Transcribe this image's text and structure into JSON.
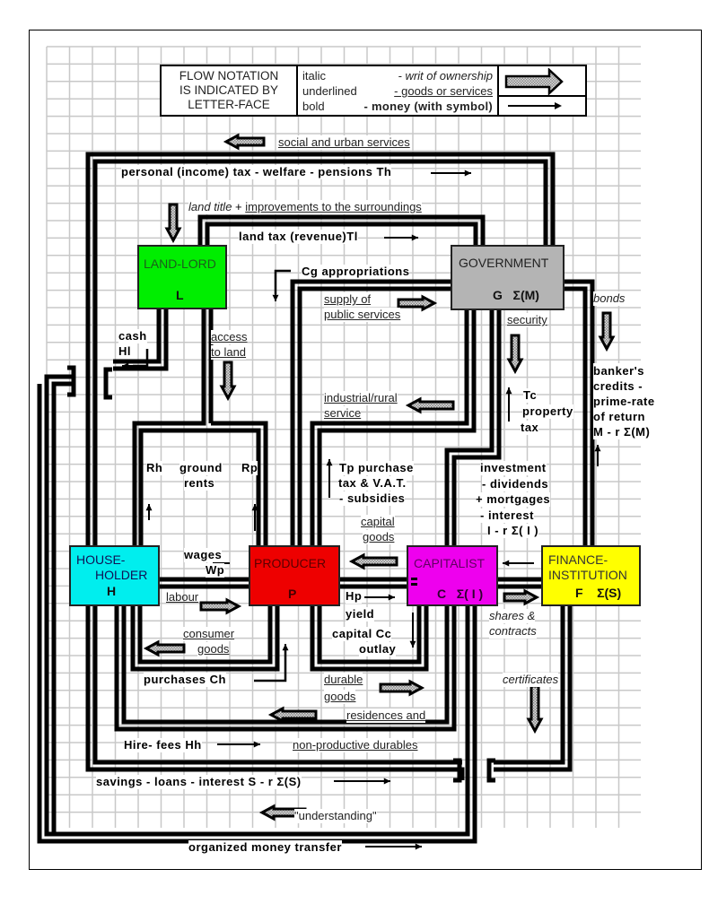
{
  "legend": {
    "title_lines": [
      "FLOW NOTATION",
      "IS INDICATED BY",
      "LETTER-FACE"
    ],
    "rows": [
      {
        "face": "italic",
        "meaning": "- writ of ownership"
      },
      {
        "face": "underlined",
        "meaning": "- goods or services"
      },
      {
        "face": "bold",
        "meaning": "- money (with symbol)"
      }
    ],
    "symbols": [
      "hatched-arrow-icon: goods/ownership",
      "thin-arrow-icon: money"
    ]
  },
  "entities": {
    "landlord": {
      "name": "LAND-LORD",
      "symbol": "L",
      "color": "#00ee00"
    },
    "government": {
      "name": "GOVERNMENT",
      "symbol": "G   Σ(M)",
      "color": "#b4b4b4"
    },
    "householder": {
      "name_line1": "HOUSE-",
      "name_line2": "HOLDER",
      "symbol": "H",
      "color": "#00eeee"
    },
    "producer": {
      "name": "PRODUCER",
      "symbol": "P",
      "color": "#ee0000"
    },
    "capitalist": {
      "name": "CAPITALIST",
      "symbol": "C   Σ( I )",
      "color": "#ee00ee"
    },
    "finance": {
      "name_line1": "FINANCE-",
      "name_line2": "INSTITUTION",
      "symbol": "F    Σ(S)",
      "color": "#ffff00"
    }
  },
  "flows": {
    "social_urban_services": "social and urban services",
    "personal_tax": "personal (income) tax - welfare - pensions  Th",
    "land_title_italic": "land title",
    "land_title_plus": " + ",
    "improvements": "improvements to the surroundings",
    "land_tax": "land tax (revenue)Tl",
    "cg_appropriations": "Cg  appropriations",
    "supply_public_1": "supply of",
    "supply_public_2": "public services",
    "security": "security",
    "bonds": "bonds",
    "cash_1": "cash",
    "cash_2": "Hl",
    "access_land_1": "access",
    "access_land_2": "to land",
    "industrial_1": "industrial/rural",
    "industrial_2": "service",
    "tc_1": "Tc",
    "tc_2": "property",
    "tc_3": "tax",
    "bankers_1": "banker's",
    "bankers_2": "credits -",
    "bankers_3": "prime-rate",
    "bankers_4": "of return",
    "bankers_5": "M - r Σ(M)",
    "rh": "Rh",
    "ground_rents_1": "ground",
    "ground_rents_2": "rents",
    "rp": "Rp",
    "tp_1": "Tp purchase",
    "tp_2": "tax & V.A.T.",
    "tp_3": "- subsidies",
    "investment_1": "investment",
    "investment_2": "- dividends",
    "investment_3": "+ mortgages",
    "investment_4": "- interest",
    "investment_5": "I - r Σ( I )",
    "capital_goods_1": "capital",
    "capital_goods_2": "goods",
    "wages_1": "wages",
    "wages_2": "Wp",
    "labour": "labour",
    "hp_1": "Hp",
    "hp_2": "yield",
    "shares_1": "shares &",
    "shares_2": "contracts",
    "consumer_goods_1": "consumer",
    "consumer_goods_2": "goods",
    "capital_outlay_1": "capital  Cc",
    "capital_outlay_2": "outlay",
    "purchases": "purchases  Ch",
    "durable_goods_1": "durable",
    "durable_goods_2": "goods",
    "certificates": "certificates",
    "residences": "residences and",
    "hire_fees": "Hire- fees  Hh",
    "non_productive": "non-productive durables",
    "savings": "savings - loans - interest  S - r Σ(S)",
    "understanding": "\"understanding\"",
    "organized_money": "organized money transfer"
  }
}
